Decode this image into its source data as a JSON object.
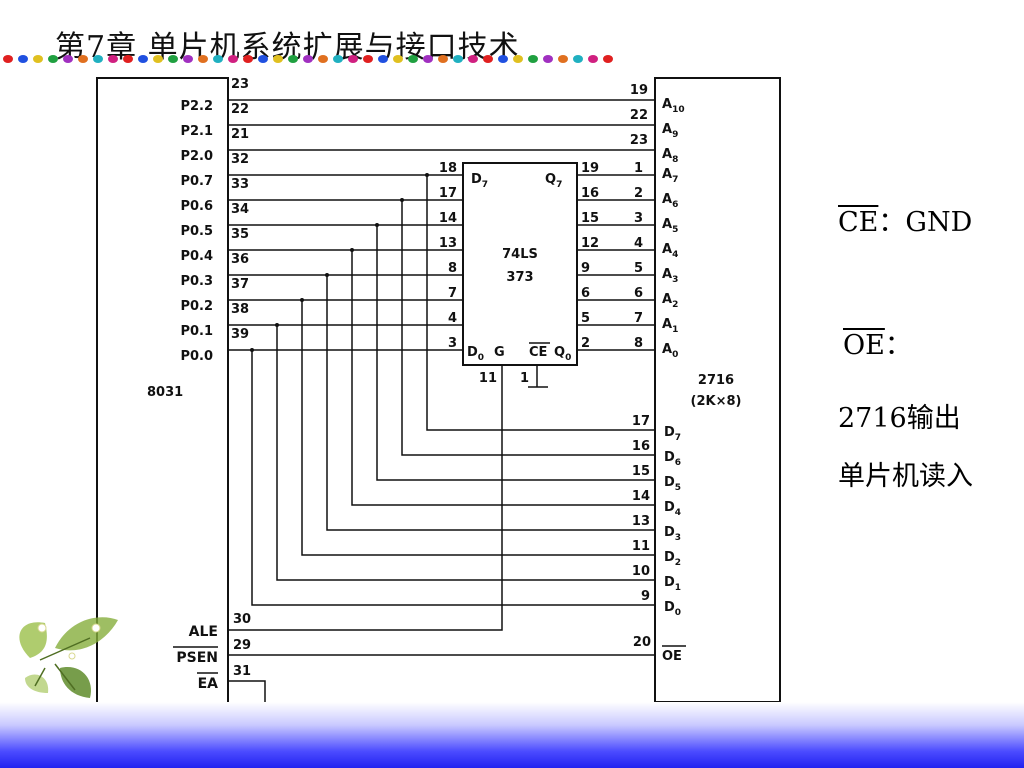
{
  "title": "第7章  单片机系统扩展与接口技术",
  "notes": {
    "ce_label": "CE",
    "ce_value": "：GND",
    "oe_label": "OE",
    "oe_value": "：",
    "line1": "2716输出",
    "line2": "单片机读入"
  },
  "chips": {
    "mcu": {
      "name": "8031",
      "pins": [
        {
          "label": "P2.2",
          "num": "23"
        },
        {
          "label": "P2.1",
          "num": "22"
        },
        {
          "label": "P2.0",
          "num": "21"
        },
        {
          "label": "P0.7",
          "num": "32"
        },
        {
          "label": "P0.6",
          "num": "33"
        },
        {
          "label": "P0.5",
          "num": "34"
        },
        {
          "label": "P0.4",
          "num": "35"
        },
        {
          "label": "P0.3",
          "num": "36"
        },
        {
          "label": "P0.2",
          "num": "37"
        },
        {
          "label": "P0.1",
          "num": "38"
        },
        {
          "label": "P0.0",
          "num": "39"
        }
      ],
      "ctrl": [
        {
          "label": "ALE",
          "num": "30"
        },
        {
          "label": "PSEN",
          "num": "29"
        },
        {
          "label": "EA",
          "num": "31"
        }
      ]
    },
    "latch": {
      "name1": "74LS",
      "name2": "373",
      "d_top": "D7",
      "q_top": "Q7",
      "d_bottom": "D0",
      "g": "G",
      "ce": "CE",
      "q_bottom": "Q0",
      "in_pins": [
        "18",
        "17",
        "14",
        "13",
        "8",
        "7",
        "4",
        "3"
      ],
      "out_pins": [
        "19",
        "16",
        "15",
        "12",
        "9",
        "6",
        "5",
        "2"
      ],
      "g_pin": "11",
      "ce_pin": "1"
    },
    "eprom": {
      "name1": "2716",
      "name2": "(2K×8)",
      "addr_high": [
        {
          "sub": "10",
          "num": "19"
        },
        {
          "sub": "9",
          "num": "22"
        },
        {
          "sub": "8",
          "num": "23"
        }
      ],
      "addr_low_nums": [
        "1",
        "2",
        "3",
        "4",
        "5",
        "6",
        "7",
        "8"
      ],
      "addr_low_subs": [
        "7",
        "6",
        "5",
        "4",
        "3",
        "2",
        "1",
        "0"
      ],
      "data_nums": [
        "17",
        "16",
        "15",
        "14",
        "13",
        "11",
        "10",
        "9"
      ],
      "data_subs": [
        "7",
        "6",
        "5",
        "4",
        "3",
        "2",
        "1",
        "0"
      ],
      "oe_label": "OE",
      "oe_num": "20"
    }
  }
}
